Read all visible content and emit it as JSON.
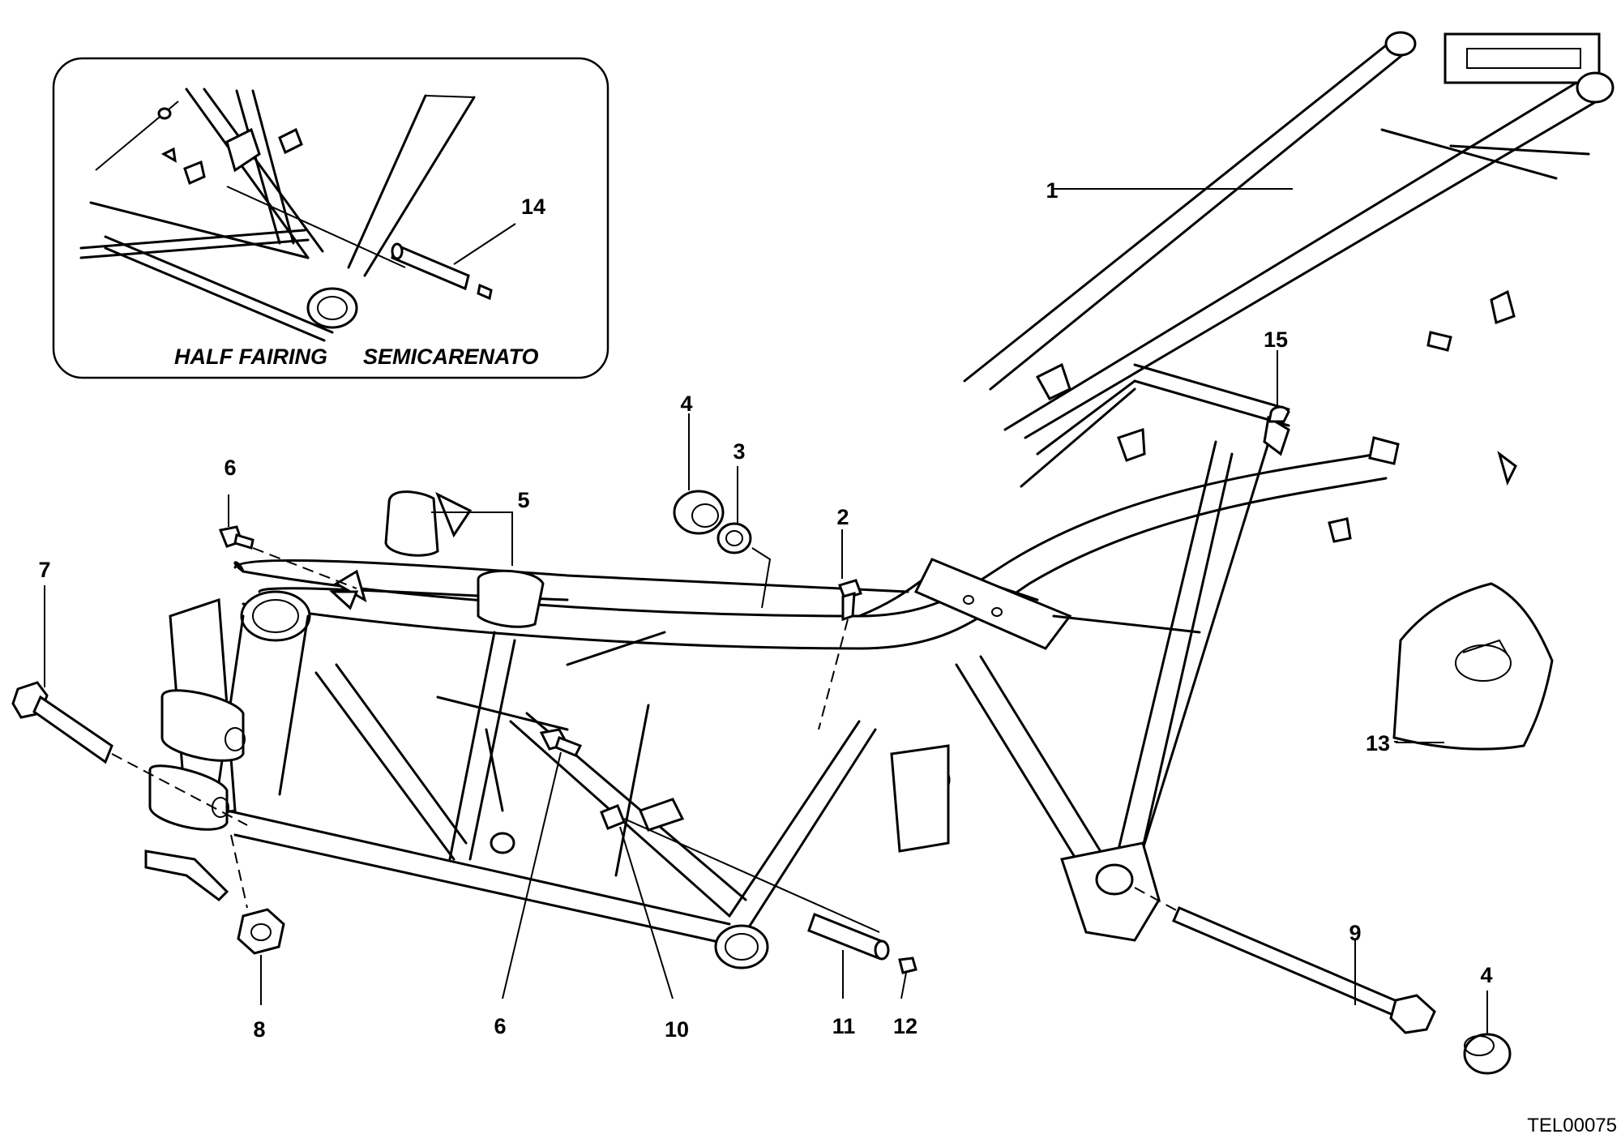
{
  "drawing": {
    "code": "TEL00075",
    "inset": {
      "label_en": "HALF FAIRING",
      "label_it": "SEMICARENATO",
      "callout_14": "14"
    },
    "callouts": {
      "c1": "1",
      "c2": "2",
      "c3": "3",
      "c4_top": "4",
      "c4_bottom": "4",
      "c5": "5",
      "c6_top": "6",
      "c6_bottom": "6",
      "c7": "7",
      "c8": "8",
      "c9": "9",
      "c10": "10",
      "c11": "11",
      "c12": "12",
      "c13": "13",
      "c15": "15"
    }
  }
}
